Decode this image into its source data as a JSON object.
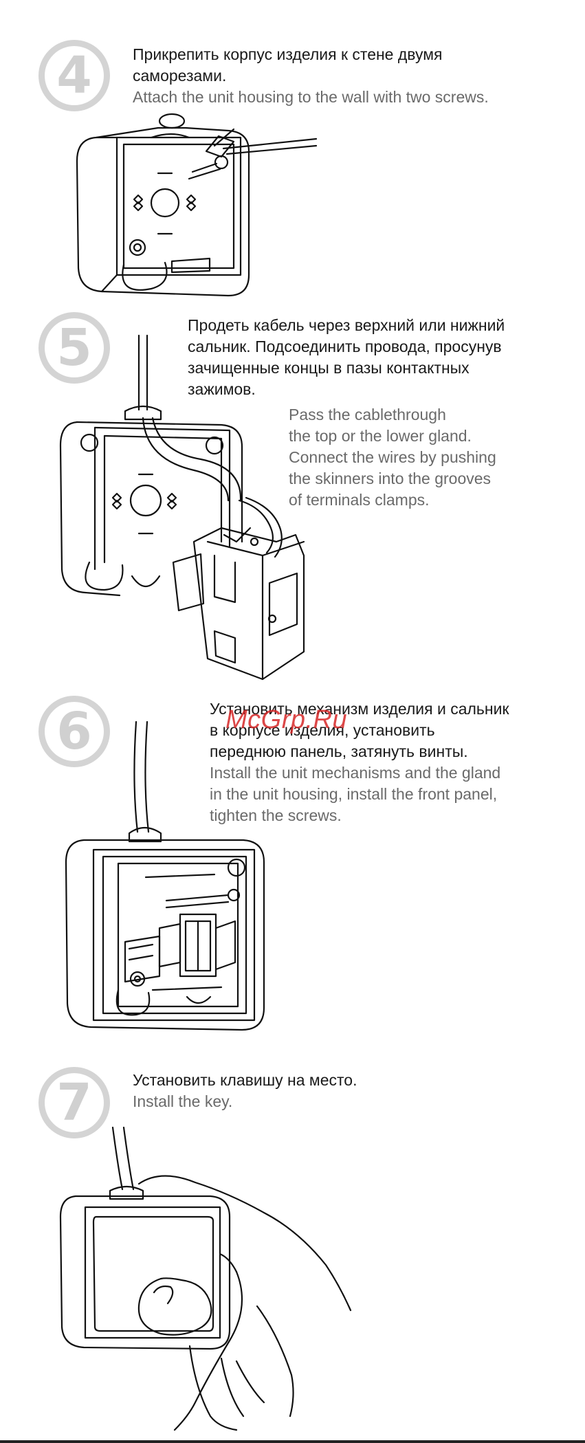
{
  "steps": [
    {
      "number": "4",
      "ru": [
        "Прикрепить корпус изделия к стене двумя",
        "саморезами."
      ],
      "en": [
        "Attach the unit housing to the wall with two screws."
      ]
    },
    {
      "number": "5",
      "ru": [
        "Продеть  кабель через верхний или нижний",
        "сальник. Подсоединить провода, просунув",
        "зачищенные концы в пазы контактных",
        "зажимов."
      ],
      "en": [
        "Pass the cablethrough",
        "the top or the lower gland.",
        "Connect the wires by pushing",
        "the skinners  into the grooves",
        "of terminals clamps."
      ]
    },
    {
      "number": "6",
      "ru": [
        "Установить механизм изделия и сальник",
        "в корпусе изделия, установить",
        "переднюю панель, затянуть винты."
      ],
      "en": [
        "Install the unit mechanisms and the gland",
        "in the unit housing, install the front panel,",
        "tighten the screws."
      ]
    },
    {
      "number": "7",
      "ru": [
        "Установить клавишу на место."
      ],
      "en": [
        "Install the key."
      ]
    }
  ],
  "watermark": "McGrp.Ru"
}
